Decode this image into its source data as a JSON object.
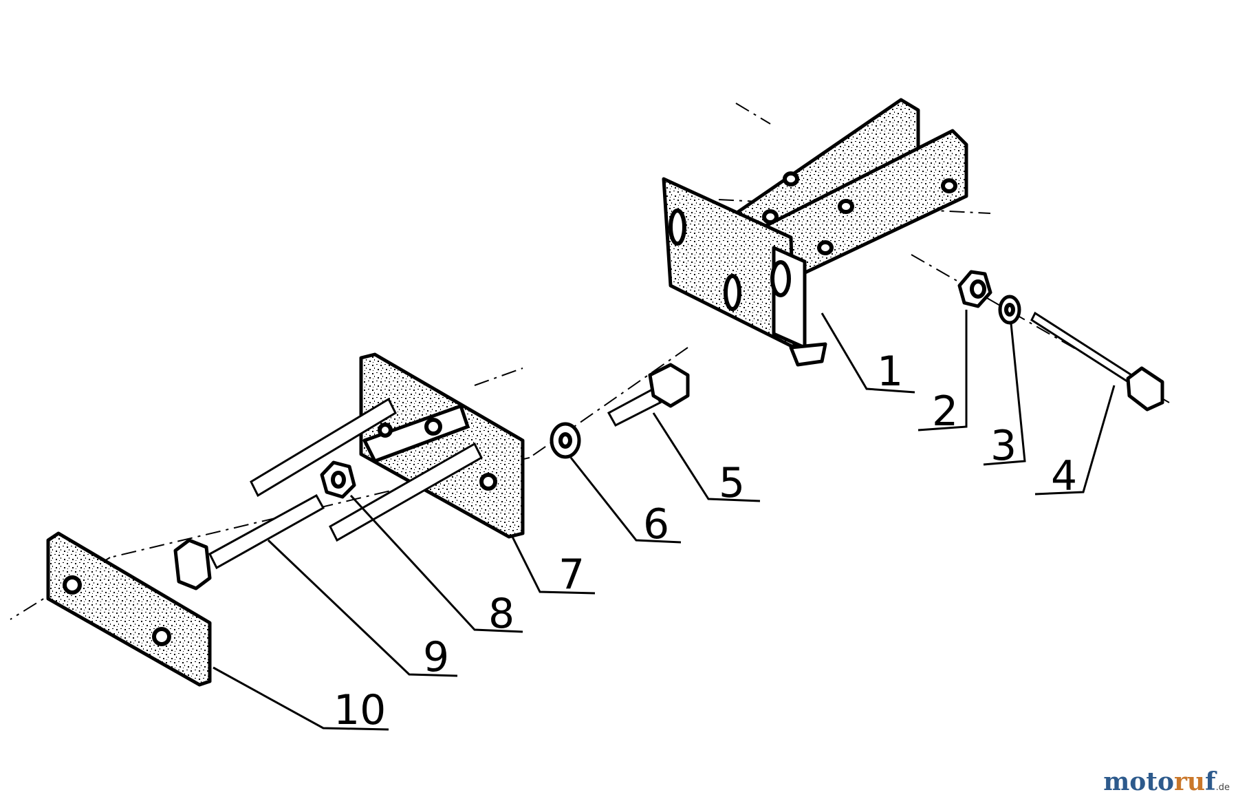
{
  "parts": [
    {
      "id": "part-1",
      "number": "1"
    },
    {
      "id": "part-2",
      "number": "2"
    },
    {
      "id": "part-3",
      "number": "3"
    },
    {
      "id": "part-4",
      "number": "4"
    },
    {
      "id": "part-5",
      "number": "5"
    },
    {
      "id": "part-6",
      "number": "6"
    },
    {
      "id": "part-7",
      "number": "7"
    },
    {
      "id": "part-8",
      "number": "8"
    },
    {
      "id": "part-9",
      "number": "9"
    },
    {
      "id": "part-10",
      "number": "10"
    }
  ],
  "watermark": {
    "part_a": "moto",
    "part_b": "ru",
    "part_c": "f",
    "tld": ".de"
  },
  "colors": {
    "line": "#000000",
    "watermark_blue": "#2d5a8c",
    "watermark_orange": "#c9772a"
  }
}
